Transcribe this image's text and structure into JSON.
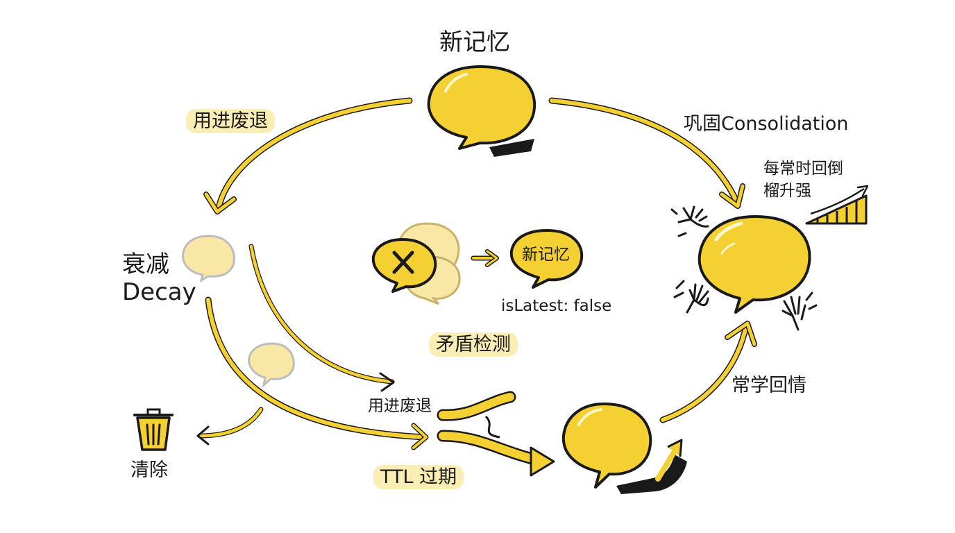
{
  "colors": {
    "yellow": "#f5d033",
    "pale_yellow": "#f9e7a6",
    "highlight": "#fbeeb4",
    "ink": "#1a1a1a"
  },
  "nodes": {
    "new_memory": {
      "label": "新记忆",
      "icon": "speech-bubble-icon"
    },
    "decay": {
      "label_line1": "衰减",
      "label_line2": "Decay",
      "icon": "faded-speech-bubble-icon"
    },
    "consolidated": {
      "icon": "glowing-speech-bubble-icon"
    },
    "refreshed": {
      "icon": "speech-bubble-icon"
    },
    "cleanup": {
      "label": "清除",
      "icon": "trash-can-icon"
    }
  },
  "edges": {
    "use_or_lose_top": "用进废退",
    "consolidation": "巩固Consolidation",
    "strengthen_line1": "每常时回倒",
    "strengthen_line2": "榴升强",
    "use_or_lose_mid": "用进废退",
    "ttl_expire": "TTL 过期",
    "frequent_recall": "常学回情"
  },
  "conflict": {
    "label": "矛盾检测",
    "new_bubble_label": "新记忆",
    "status": "isLatest: false",
    "icons": [
      "x-mark-icon",
      "speech-bubble-icon",
      "arrow-right-icon"
    ]
  }
}
